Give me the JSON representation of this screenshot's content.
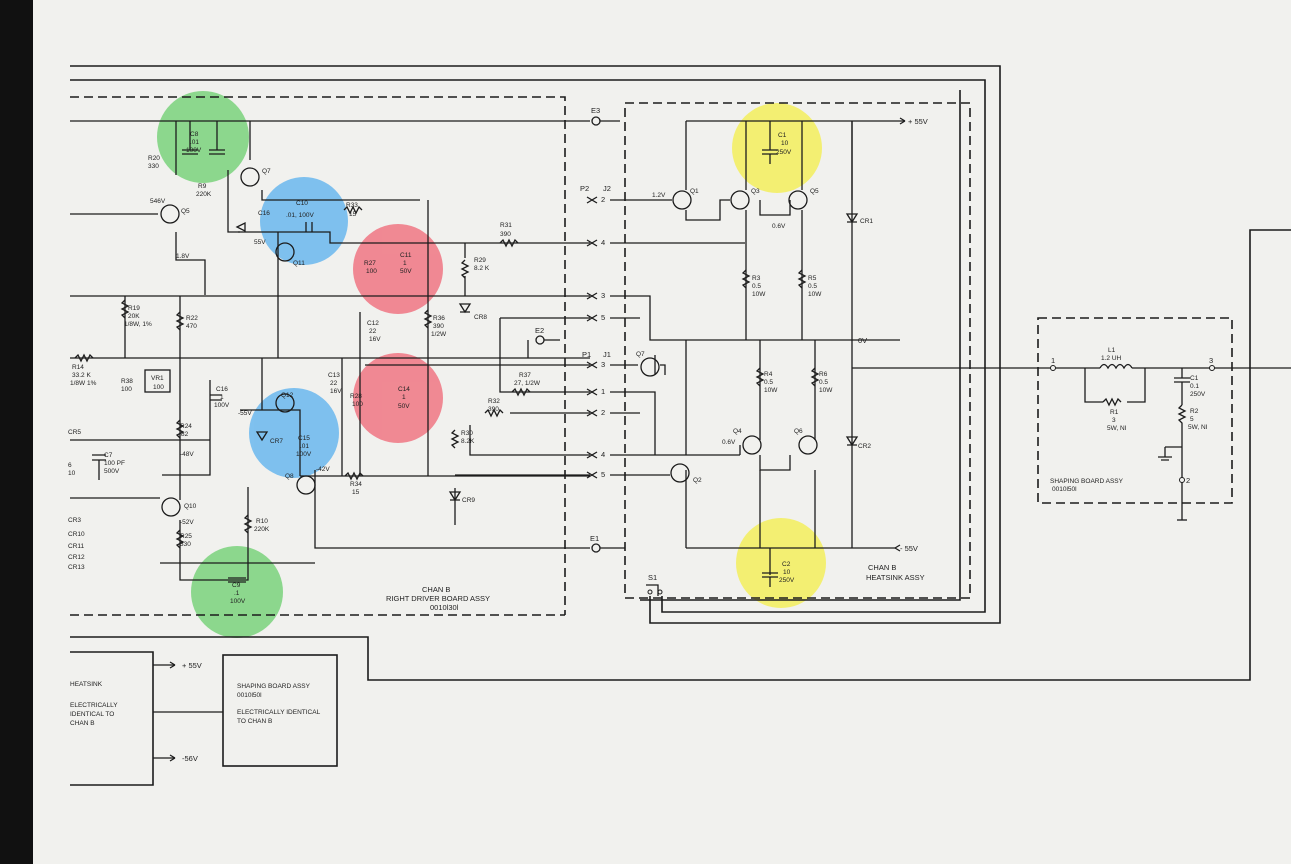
{
  "colors": {
    "green": "#6fcf72",
    "blue": "#5fb3ef",
    "red": "#f06b7a",
    "yellow": "#f3ee4f",
    "ink": "#1c1c1c",
    "paper": "#f1f1ee"
  },
  "rails": {
    "plus55": "+ 55V",
    "minus55": "- 55V",
    "zero": "0V"
  },
  "connectors": {
    "e3": "E3",
    "e2": "E2",
    "e1": "E1",
    "p2": "P2",
    "j2": "J2",
    "p1": "P1",
    "j1": "J1",
    "s1": "S1"
  },
  "pins": [
    "2",
    "4",
    "3",
    "5",
    "3",
    "1",
    "2",
    "4",
    "5"
  ],
  "driver": {
    "c8": [
      "C8",
      ".01",
      "100V"
    ],
    "r20": [
      "R20",
      "330"
    ],
    "r9": [
      "R9",
      "220K"
    ],
    "q7u": "Q7",
    "q5": "Q5",
    "v546": "546V",
    "v18": "1.8V",
    "c10": [
      "C10",
      ".01, 100V"
    ],
    "c16u": "C16",
    "r33": [
      "R33",
      "15"
    ],
    "v55": "55V",
    "q11": "Q11",
    "r27": [
      "R27",
      "100"
    ],
    "c11": [
      "C11",
      "1",
      "50V"
    ],
    "r29": [
      "R29",
      "8.2 K"
    ],
    "cr8": "CR8",
    "r31": [
      "R31",
      "390"
    ],
    "r19": [
      "R19",
      "20K",
      "1/8W, 1%"
    ],
    "r22": [
      "R22",
      "470"
    ],
    "c12": [
      "C12",
      "22",
      "16V"
    ],
    "r36": [
      "R36",
      "390",
      "1/2W"
    ],
    "r14": [
      "R14",
      "33.2 K",
      "1/8W 1%"
    ],
    "r38": [
      "R38",
      "100"
    ],
    "vr1": [
      "VR1",
      "100"
    ],
    "c13": [
      "C13",
      "22",
      "16V"
    ],
    "r28": [
      "R28",
      "100"
    ],
    "c14": [
      "C14",
      "1",
      "50V"
    ],
    "r37": [
      "R37",
      "27, 1/2W"
    ],
    "r32": [
      "R32",
      "390"
    ],
    "c16": [
      "C16",
      "1",
      "100V"
    ],
    "q12": "Q12",
    "v55n": "-55V",
    "cr7": "CR7",
    "c15": [
      "C15",
      ".01",
      "100V"
    ],
    "r24": [
      "R24",
      "82"
    ],
    "v48": "-48V",
    "r30": [
      "R30",
      "8.2K"
    ],
    "cr5": "CR5",
    "c7": [
      "C7",
      "100 PF",
      "500V"
    ],
    "misc": [
      "6",
      "10"
    ],
    "q8": "Q8",
    "v42": "-42V",
    "r34": [
      "R34",
      "15"
    ],
    "cr9": "CR9",
    "q10": "Q10",
    "v52": "-52V",
    "r25": [
      "R25",
      "330"
    ],
    "r10": [
      "R10",
      "220K"
    ],
    "leftrefs": [
      "CR3",
      "CR10",
      "CR11",
      "CR12",
      "CR13"
    ],
    "c9": [
      "C9",
      ".1",
      "100V"
    ],
    "title": [
      "CHAN B",
      "RIGHT DRIVER BOARD ASSY",
      "0010l30l"
    ]
  },
  "heatsink": {
    "q1": "Q1",
    "v12": "1.2V",
    "q3": "Q3",
    "q5": "Q5",
    "v06": "0.6V",
    "c1": [
      "C1",
      "10",
      "250V"
    ],
    "cr1": "CR1",
    "r3": [
      "R3",
      "0.5",
      "10W"
    ],
    "r5": [
      "R5",
      "0.5",
      "10W"
    ],
    "q7": "Q7",
    "r4": [
      "R4",
      "0.5",
      "10W"
    ],
    "r6": [
      "R6",
      "0.5",
      "10W"
    ],
    "q4": "Q4",
    "v06b": "0.6V",
    "q6": "Q6",
    "cr2": "CR2",
    "q2": "Q2",
    "c2": [
      "C2",
      "10",
      "250V"
    ],
    "title": [
      "CHAN B",
      "HEATSINK ASSY"
    ]
  },
  "shaping": {
    "l1": [
      "L1",
      "1.2 UH"
    ],
    "r1": [
      "R1",
      "3",
      "5W, NI"
    ],
    "c1": [
      "C1",
      "0.1",
      "250V"
    ],
    "r2": [
      "R2",
      "5",
      "5W, NI"
    ],
    "pins": [
      "1",
      "3",
      "2"
    ],
    "title": [
      "SHAPING BOARD ASSY",
      "0010l50l"
    ]
  },
  "bottom": {
    "heatsink": [
      "HEATSINK",
      "ELECTRICALLY",
      "IDENTICAL TO",
      "CHAN B"
    ],
    "shaping": [
      "SHAPING BOARD ASSY",
      "0010l50l",
      "ELECTRICALLY IDENTICAL",
      "TO CHAN B"
    ],
    "plus": "+ 55V",
    "minus": "-56V"
  }
}
